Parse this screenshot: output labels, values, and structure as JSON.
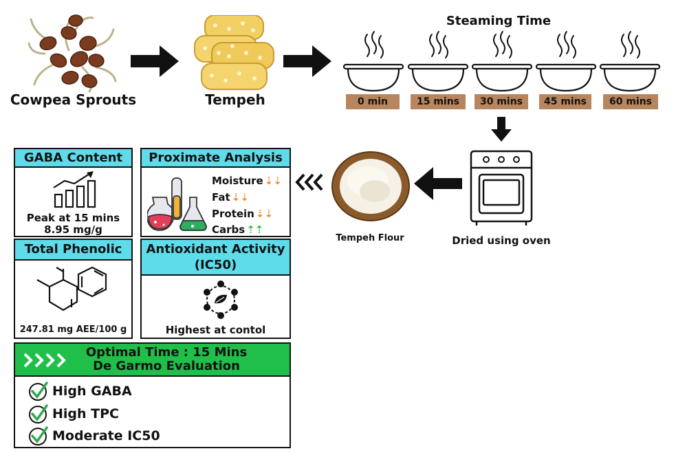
{
  "flow": {
    "sprouts_label": "Cowpea Sprouts",
    "tempeh_label": "Tempeh",
    "steaming_title": "Steaming Time",
    "steam_times": [
      "0 min",
      "15 mins",
      "30 mins",
      "45 mins",
      "60 mins"
    ],
    "oven_label": "Dried using oven",
    "flour_label": "Tempeh Flour"
  },
  "panels": {
    "gaba": {
      "title": "GABA Content",
      "line1": "Peak at 15 mins",
      "line2": "8.95 mg/g"
    },
    "proximate": {
      "title": "Proximate Analysis",
      "items": [
        {
          "label": "Moisture",
          "trend": "down"
        },
        {
          "label": "Fat",
          "trend": "down"
        },
        {
          "label": "Protein",
          "trend": "down"
        },
        {
          "label": "Carbs",
          "trend": "up"
        }
      ]
    },
    "phenolic": {
      "title": "Total Phenolic",
      "value": "247.81 mg AEE/100 g"
    },
    "antioxidant": {
      "title_line1": "Antioxidant Activity",
      "title_line2": "(IC50)",
      "value": "Highest at contol"
    }
  },
  "optimal": {
    "line1": "Optimal Time : 15 Mins",
    "line2": "De Garmo Evaluation",
    "checks": [
      "High GABA",
      "High TPC",
      "Moderate IC50"
    ]
  },
  "colors": {
    "panel_header": "#5fdcea",
    "optimal_header": "#1fbf4a",
    "time_tag": "#b8865e",
    "down_arrow": "#f08a24",
    "up_arrow": "#2bbf4a",
    "check": "#2ea84a"
  }
}
